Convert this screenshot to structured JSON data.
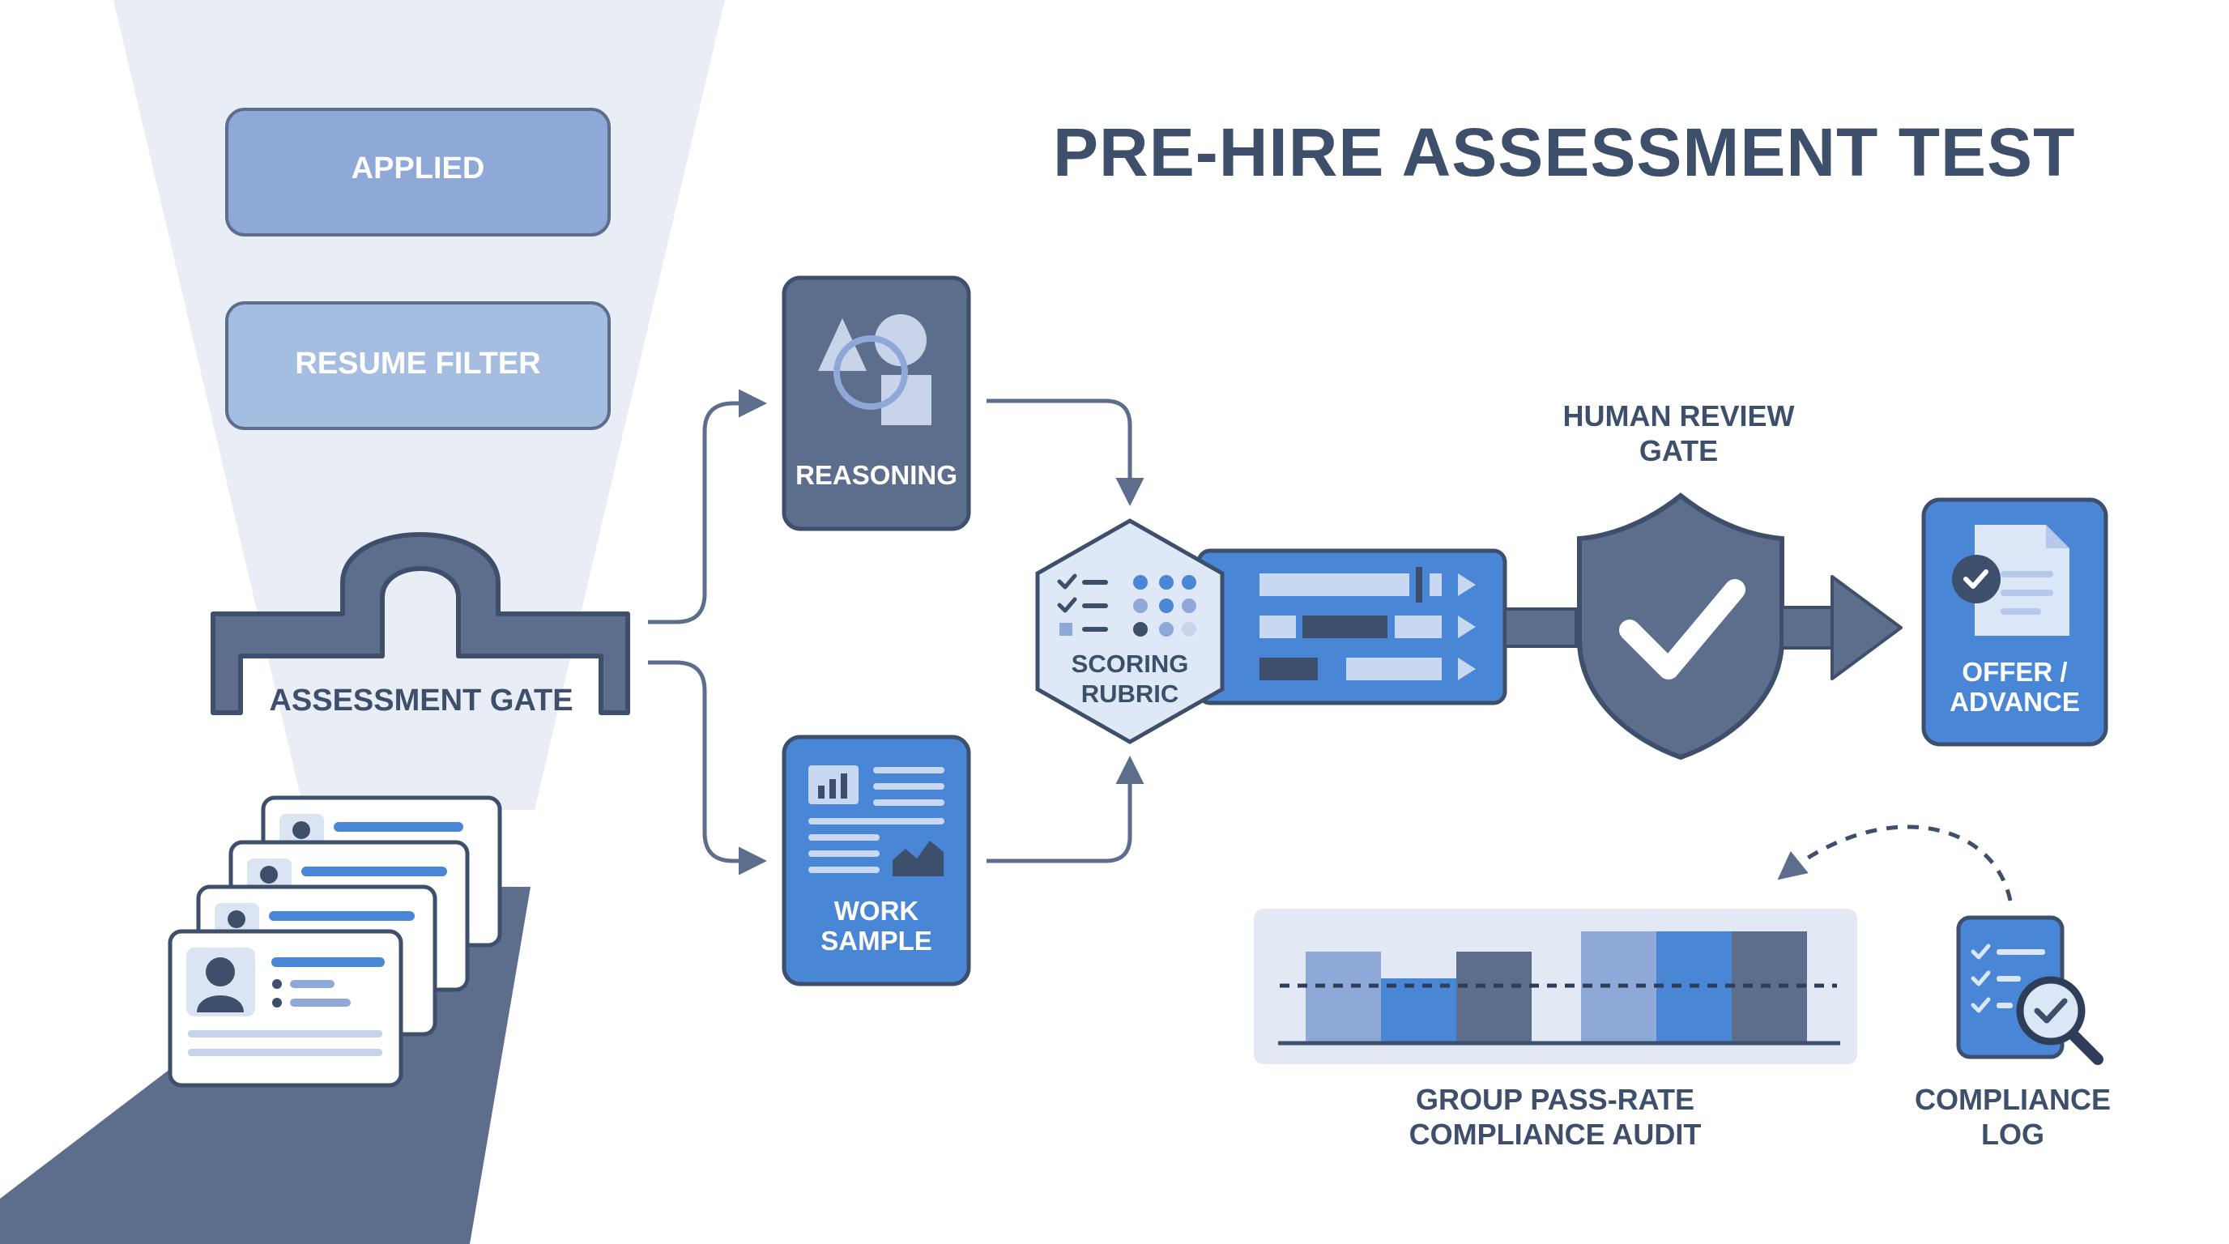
{
  "title": "PRE-HIRE ASSESSMENT TEST",
  "funnel": {
    "applied": "APPLIED",
    "resume_filter": "RESUME FILTER",
    "assessment_gate": "ASSESSMENT GATE"
  },
  "tests": {
    "reasoning": "REASONING",
    "work_sample_line1": "WORK",
    "work_sample_line2": "SAMPLE"
  },
  "rubric": {
    "line1": "SCORING",
    "line2": "RUBRIC"
  },
  "review_gate": {
    "line1": "HUMAN REVIEW",
    "line2": "GATE"
  },
  "outcome": {
    "line1": "OFFER /",
    "line2": "ADVANCE"
  },
  "audit": {
    "line1": "GROUP PASS-RATE",
    "line2": "COMPLIANCE AUDIT"
  },
  "compliance_log": {
    "line1": "COMPLIANCE",
    "line2": "LOG"
  },
  "colors": {
    "dark_slate": "#5d6d8c",
    "navy": "#3d4f6b",
    "blue": "#4a86d6",
    "light_blue": "#8ea8d8",
    "pale_blue": "#e6ecf6"
  }
}
